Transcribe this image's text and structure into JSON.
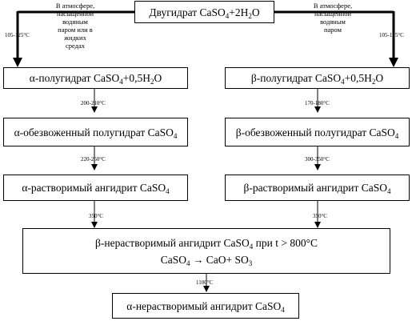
{
  "boxes": {
    "dihydrate": {
      "text": "Двугидрат CaSO",
      "sub": "4",
      "text2": "+2H",
      "sub2": "2",
      "text3": "O"
    },
    "alpha_hemihydrate": {
      "text": "α-полугидрат CaSO",
      "sub": "4",
      "text2": "+0,5H",
      "sub2": "2",
      "text3": "O"
    },
    "beta_hemihydrate": {
      "text": "β-полугидрат CaSO",
      "sub": "4",
      "text2": "+0,5H",
      "sub2": "2",
      "text3": "O"
    },
    "alpha_dehydrated": {
      "text": "α-обезвоженный полугидрат CaSO",
      "sub": "4"
    },
    "beta_dehydrated": {
      "text": "β-обезвоженный полугидрат CaSO",
      "sub": "4"
    },
    "alpha_soluble_anhydrite": {
      "text": "α-растворимый ангидрит CaSO",
      "sub": "4"
    },
    "beta_soluble_anhydrite": {
      "text": "β-растворимый ангидрит CaSO",
      "sub": "4"
    },
    "beta_insoluble_anhydrite": {
      "line1": {
        "text": "β-нерастворимый ангидрит CaSO",
        "sub": "4",
        "text2": " при t > 800°C"
      },
      "line2": {
        "text": "CaSO",
        "sub": "4",
        "text2": " → CaO+ SO",
        "sub2": "3"
      }
    },
    "alpha_insoluble_anhydrite": {
      "text": "α-нерастворимый ангидрит CaSO",
      "sub": "4"
    }
  },
  "notes": {
    "left": [
      "В атмосфере,",
      "насыщенной",
      "водяным",
      "паром или в",
      "жидких",
      "средах"
    ],
    "right": [
      "В атмосфере,",
      "насыщенной",
      "водяным",
      "паром"
    ]
  },
  "temperatures": {
    "left_top": "105-125°C",
    "right_top": "105-125°C",
    "alpha_1": "200-210°C",
    "alpha_2": "220-250°C",
    "alpha_3": "350°C",
    "beta_1": "170-180°C",
    "beta_2": "300-350°C",
    "beta_3": "350°C",
    "bottom": "1100°C"
  }
}
